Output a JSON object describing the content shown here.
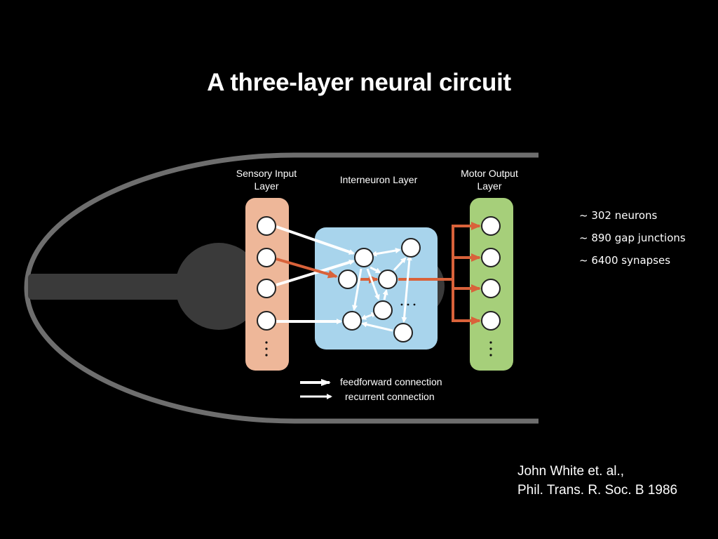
{
  "title": "A three-layer neural circuit",
  "layers": {
    "sensory": {
      "label_line1": "Sensory Input",
      "label_line2": "Layer",
      "color": "#eeb799",
      "node_count_shown": 4
    },
    "interneuron": {
      "label": "Interneuron Layer",
      "color": "#a8d4ec",
      "node_count_shown": 7
    },
    "motor": {
      "label_line1": "Motor Output",
      "label_line2": "Layer",
      "color": "#a6cf7a",
      "node_count_shown": 4
    }
  },
  "stats": [
    "~ 302 neurons",
    "~ 890 gap junctions",
    "~ 6400 synapses"
  ],
  "legend": {
    "feedforward": "feedforward connection",
    "recurrent": "recurrent connection"
  },
  "citation": {
    "line1": "John White et. al.,",
    "line2": "Phil. Trans. R. Soc. B 1986"
  },
  "colors": {
    "background": "#000000",
    "worm_outline": "#6e6e6e",
    "worm_body": "#3a3a3a",
    "highlight_path": "#d9623a",
    "connection": "#ffffff"
  }
}
